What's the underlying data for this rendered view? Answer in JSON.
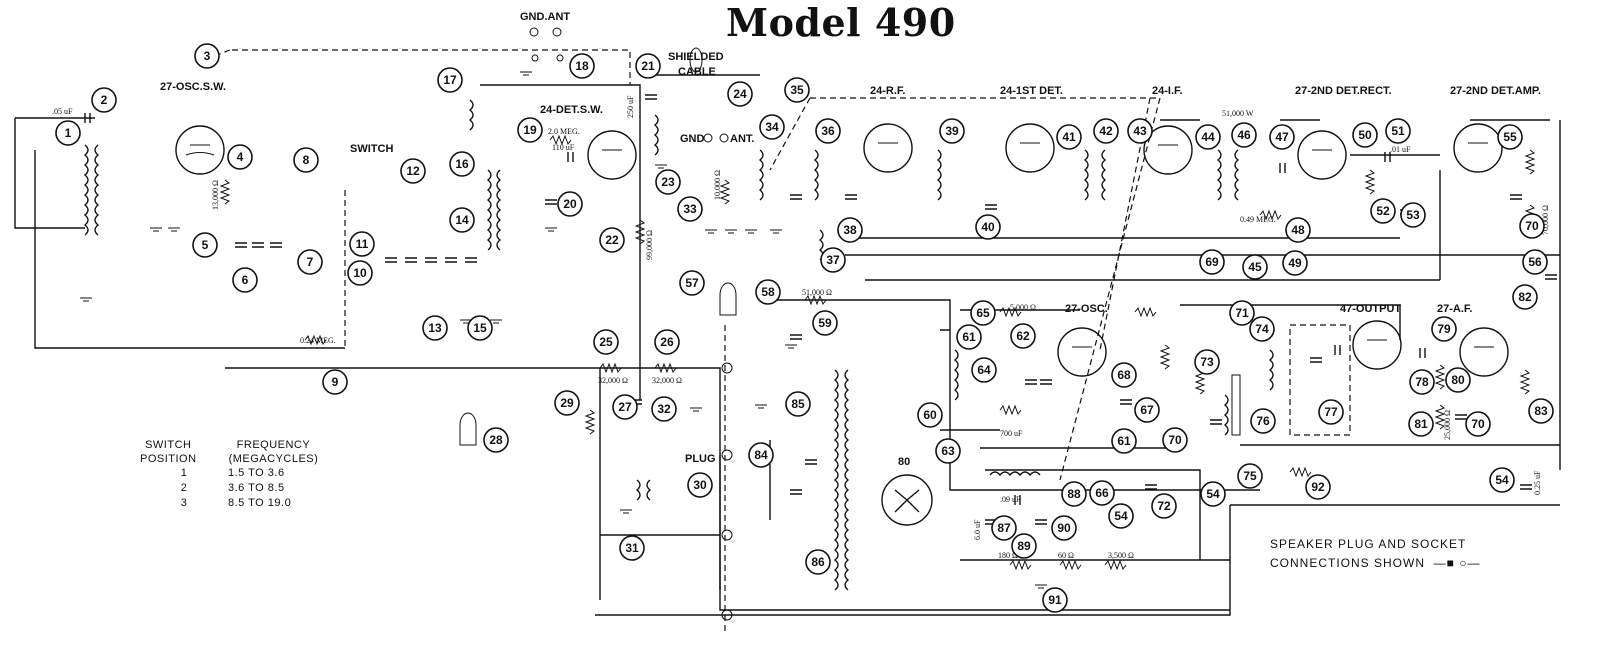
{
  "title": "Model 490",
  "tube_labels": {
    "osc_sw": "27-OSC.S.W.",
    "det_sw": "24-DET.S.W.",
    "rf": "24-R.F.",
    "first_det": "24-1ST DET.",
    "if": "24-I.F.",
    "second_det_rect": "27-2ND DET.RECT.",
    "second_det_amp": "27-2ND DET.AMP.",
    "osc": "27-OSC.",
    "output": "47-OUTPUT",
    "af": "27-A.F.",
    "rect": "80"
  },
  "labels": {
    "switch": "SWITCH",
    "gnd_ant": "GND.ANT",
    "shielded_cable": [
      "SHIELDED",
      "CABLE"
    ],
    "gnd": "GND",
    "ant": "ANT.",
    "plug": "PLUG"
  },
  "values": {
    "c_05": ".05 uF",
    "r_2meg": "2.0 MEG.",
    "c_110": "110 uF",
    "c_250": "250 uF",
    "r_13000": "13,000 Ω",
    "r_10000": "10,000 Ω",
    "r_99000": "99,000 Ω",
    "r_024meg": "0.24 MEG.",
    "r_32000a": "32,000 Ω",
    "r_32000b": "32,000 Ω",
    "r_51000": "51,000 Ω",
    "r_5000": "5,000 Ω",
    "r_51000w": "51,000 W",
    "r_049meg": "0.49 MEG.",
    "c_01": ".01 uF",
    "r_25000": "25,000 Ω",
    "r_70000": "70,000 Ω",
    "r_180": "180 Ω",
    "r_60": "60 Ω",
    "r_3500": "3,500 Ω",
    "c_09": ".09 uF",
    "c_700": "700 uF",
    "c_6": "6.0 uF",
    "c_025": "0.25 uF"
  },
  "switch_table": {
    "headers": [
      [
        "SWITCH",
        "POSITION"
      ],
      [
        "FREQUENCY",
        "(MEGACYCLES)"
      ]
    ],
    "rows": [
      {
        "position": "1",
        "frequency": "1.5 TO 3.6"
      },
      {
        "position": "2",
        "frequency": "3.6 TO 8.5"
      },
      {
        "position": "3",
        "frequency": "8.5 TO 19.0"
      }
    ]
  },
  "speaker_note": [
    "SPEAKER PLUG AND SOCKET",
    "CONNECTIONS SHOWN"
  ],
  "component_numbers": [
    "1",
    "2",
    "3",
    "4",
    "5",
    "6",
    "7",
    "8",
    "9",
    "10",
    "11",
    "12",
    "13",
    "14",
    "15",
    "16",
    "17",
    "18",
    "19",
    "20",
    "21",
    "22",
    "23",
    "24",
    "25",
    "26",
    "27",
    "28",
    "29",
    "30",
    "31",
    "32",
    "33",
    "34",
    "35",
    "36",
    "37",
    "38",
    "39",
    "40",
    "41",
    "42",
    "43",
    "44",
    "45",
    "46",
    "47",
    "48",
    "49",
    "50",
    "51",
    "52",
    "53",
    "54",
    "55",
    "56",
    "57",
    "58",
    "59",
    "60",
    "61",
    "62",
    "63",
    "64",
    "65",
    "66",
    "67",
    "68",
    "69",
    "70",
    "71",
    "72",
    "73",
    "74",
    "75",
    "76",
    "77",
    "78",
    "79",
    "80",
    "81",
    "82",
    "83",
    "84",
    "85",
    "86",
    "87",
    "88",
    "89",
    "90",
    "91",
    "92"
  ]
}
